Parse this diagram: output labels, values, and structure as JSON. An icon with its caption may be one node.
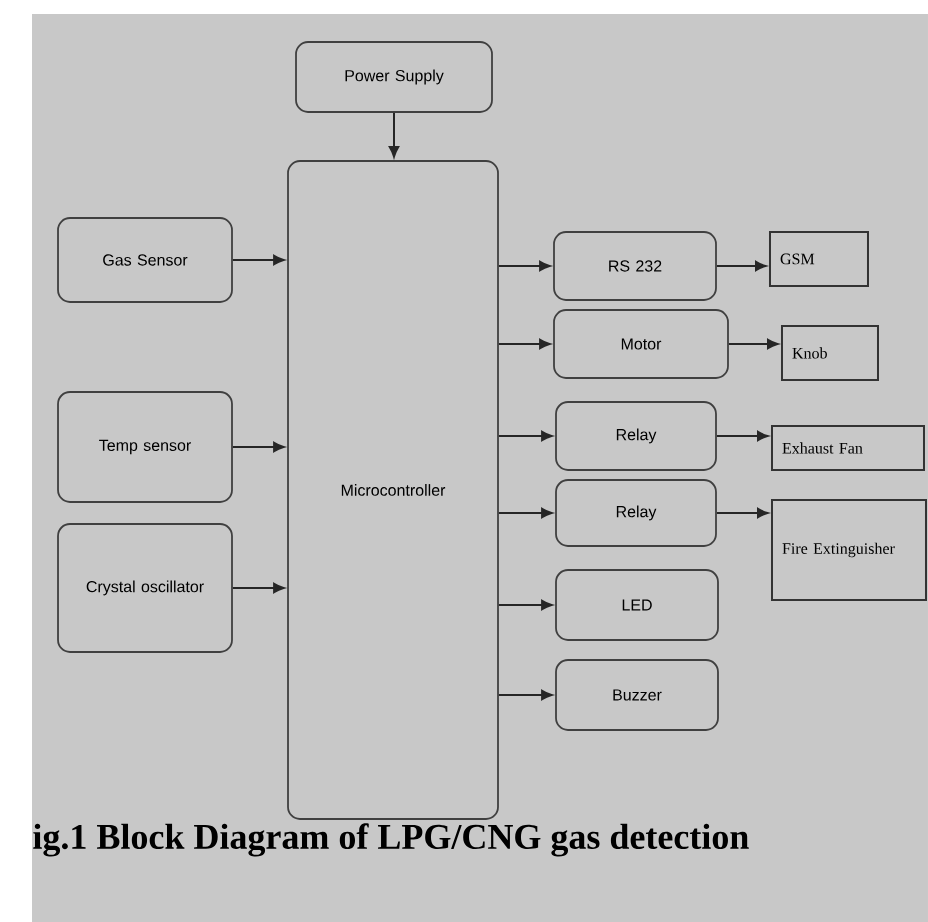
{
  "diagram": {
    "caption": "ig.1 Block Diagram of LPG/CNG gas detection",
    "nodes": [
      {
        "text": [
          "Power Supply"
        ]
      },
      {
        "text": [
          "Microcontroller"
        ]
      },
      {
        "text": [
          "Gas Sensor"
        ]
      },
      {
        "text": [
          "Temp sensor"
        ]
      },
      {
        "text": [
          "Crystal oscillator"
        ]
      },
      {
        "text": [
          "RS 232"
        ]
      },
      {
        "text": [
          "GSM"
        ]
      },
      {
        "text": [
          "Motor"
        ]
      },
      {
        "text": [
          "Knob"
        ]
      },
      {
        "text": [
          "Relay"
        ]
      },
      {
        "text": [
          "Exhaust Fan"
        ]
      },
      {
        "text": [
          "Relay"
        ]
      },
      {
        "text": [
          "Fire Extinguisher"
        ]
      },
      {
        "text": [
          "LED"
        ]
      },
      {
        "text": [
          "Buzzer"
        ]
      }
    ],
    "edges": [
      {
        "from": 0,
        "to": 1,
        "arrow": "to"
      },
      {
        "from": 2,
        "to": 1,
        "arrow": "to"
      },
      {
        "from": 3,
        "to": 1,
        "arrow": "to"
      },
      {
        "from": 4,
        "to": 1,
        "arrow": "to"
      },
      {
        "from": 1,
        "to": 5,
        "arrow": "to"
      },
      {
        "from": 5,
        "to": 6,
        "arrow": "to"
      },
      {
        "from": 1,
        "to": 7,
        "arrow": "to"
      },
      {
        "from": 7,
        "to": 8,
        "arrow": "to"
      },
      {
        "from": 1,
        "to": 9,
        "arrow": "to"
      },
      {
        "from": 9,
        "to": 10,
        "arrow": "to"
      },
      {
        "from": 1,
        "to": 11,
        "arrow": "to"
      },
      {
        "from": 11,
        "to": 12,
        "arrow": "to"
      },
      {
        "from": 1,
        "to": 13,
        "arrow": "to"
      },
      {
        "from": 1,
        "to": 14,
        "arrow": "to"
      }
    ]
  }
}
